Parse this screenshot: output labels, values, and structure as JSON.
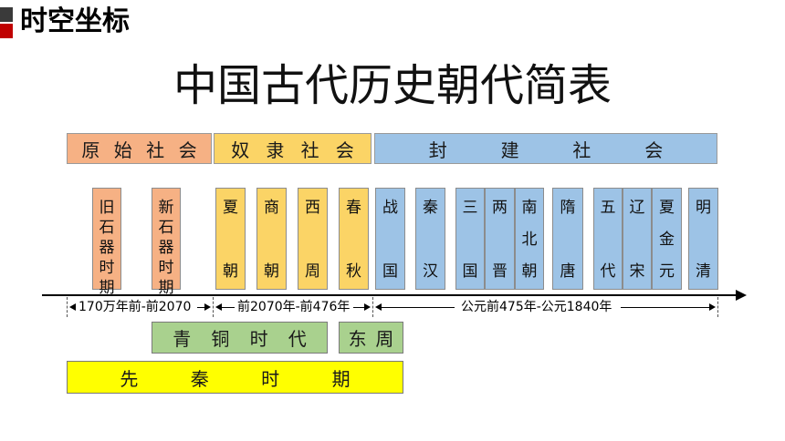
{
  "header": {
    "title": "时空坐标"
  },
  "main_title": "中国古代历史朝代简表",
  "eras": {
    "primitive": [
      "原",
      "始",
      "社",
      "会"
    ],
    "slave": [
      "奴",
      "隶",
      "社",
      "会"
    ],
    "feudal": [
      "封",
      "建",
      "社",
      "会"
    ]
  },
  "periods": {
    "old_stone": [
      "旧",
      "石",
      "器",
      "时",
      "期"
    ],
    "new_stone": [
      "新",
      "石",
      "器",
      "时",
      "期"
    ],
    "xia": [
      "夏",
      "朝"
    ],
    "shang": [
      "商",
      "朝"
    ],
    "western_zhou": [
      "西",
      "周"
    ],
    "chunqiu": [
      "春",
      "秋"
    ],
    "zhanguo": [
      "战",
      "国"
    ],
    "qinhan": [
      "秦",
      "汉"
    ],
    "three_kingdoms": [
      "三",
      "国"
    ],
    "two_jin": [
      "两",
      "晋"
    ],
    "nanbei": [
      "南",
      "北",
      "朝"
    ],
    "suitang": [
      "隋",
      "唐"
    ],
    "five_dynasties": [
      "五",
      "代"
    ],
    "liao_song": [
      "辽",
      "宋"
    ],
    "xia_jin_yuan": [
      "夏",
      "金",
      "元"
    ],
    "ming_qing": [
      "明",
      "清"
    ]
  },
  "timeline": {
    "seg1": "170万年前-前2070",
    "seg2": "前2070年-前476年",
    "seg3": "公元前475年-公元1840年"
  },
  "bands": {
    "bronze": [
      "青",
      "铜",
      "时",
      "代"
    ],
    "eastern_zhou": [
      "东",
      "周"
    ],
    "preqin": [
      "先",
      "秦",
      "时",
      "期"
    ]
  },
  "colors": {
    "primitive": "#f6b184",
    "slave": "#fbd466",
    "feudal": "#9dc3e6",
    "bronze": "#a9d18e",
    "preqin": "#ffff00",
    "accent": "#c00000"
  }
}
